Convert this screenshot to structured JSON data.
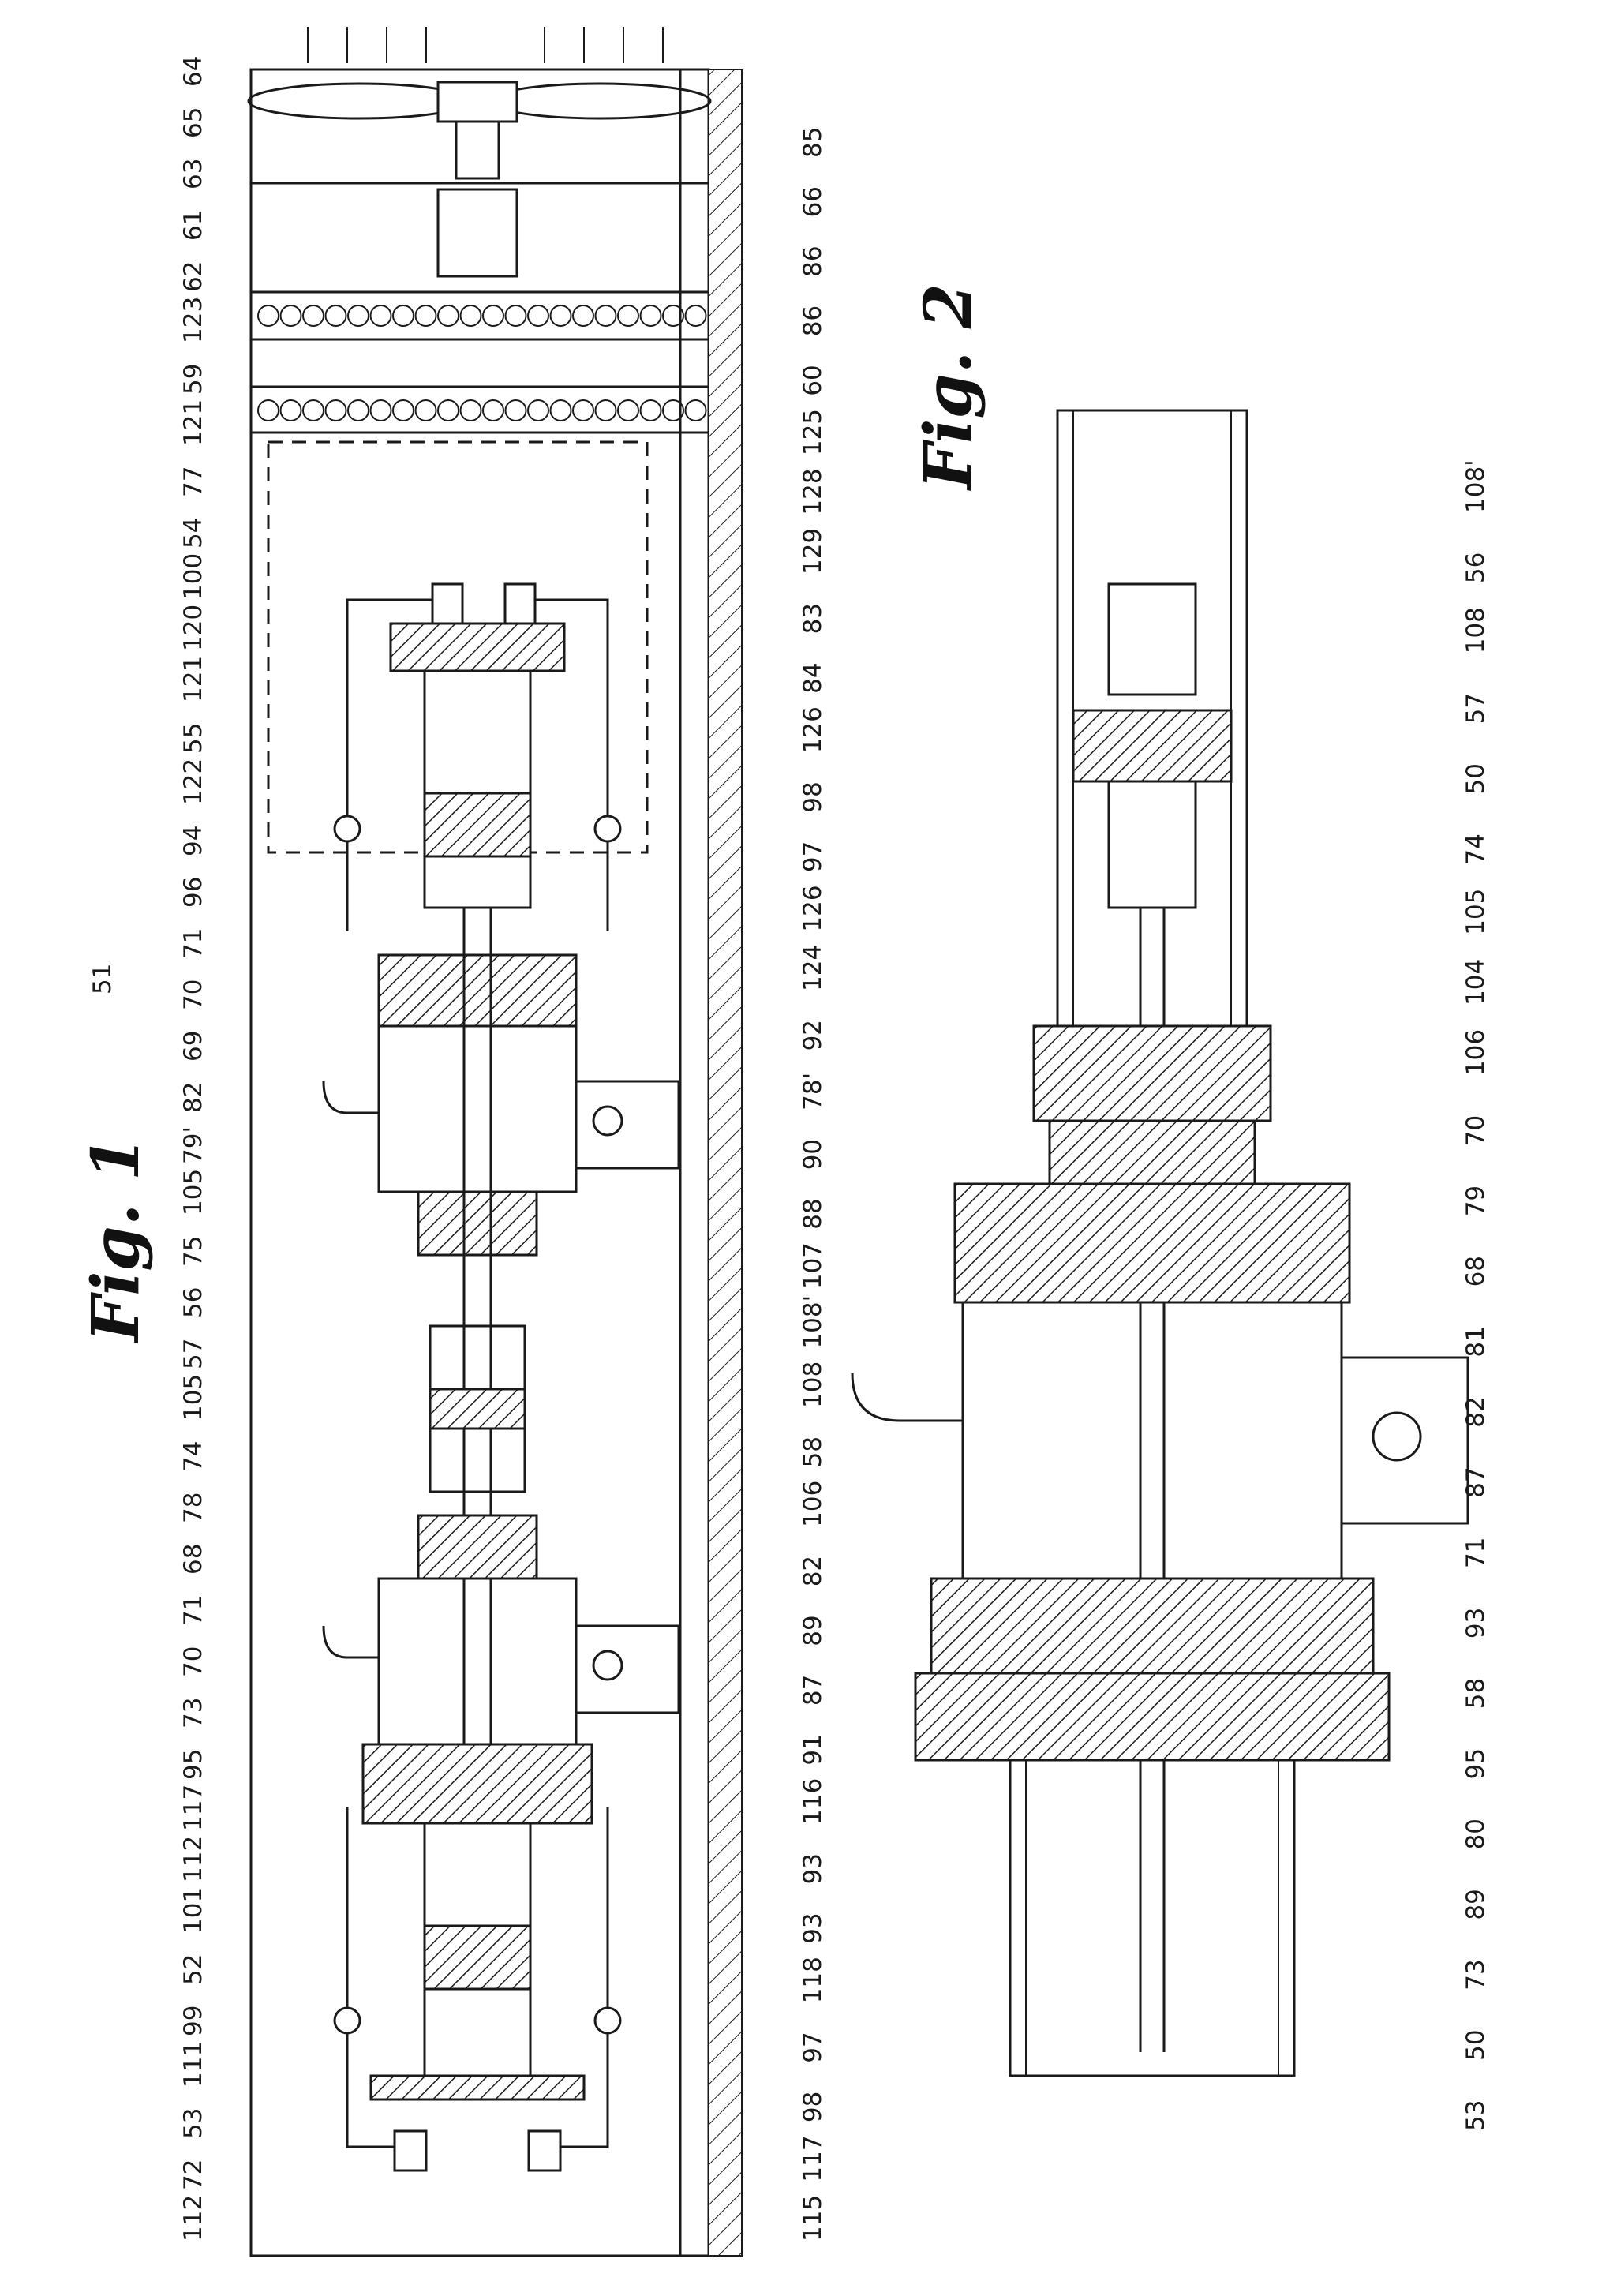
{
  "figures": [
    {
      "id": "fig1",
      "title": "Fig. 1",
      "assembly_ref": "51"
    },
    {
      "id": "fig2",
      "title": "Fig. 2"
    }
  ],
  "fig1_labels": {
    "left": [
      "64",
      "65",
      "63",
      "61",
      "62",
      "123",
      "59",
      "121",
      "77",
      "54",
      "100",
      "120",
      "121",
      "55",
      "122",
      "94",
      "96",
      "71",
      "70",
      "69",
      "82",
      "79'",
      "105",
      "75",
      "56",
      "57",
      "105",
      "74",
      "78",
      "68",
      "71",
      "70",
      "73",
      "95",
      "117",
      "112",
      "101",
      "52",
      "99",
      "111",
      "53",
      "72",
      "112"
    ],
    "right": [
      "85",
      "66",
      "86",
      "86",
      "60",
      "125",
      "128",
      "129",
      "83",
      "84",
      "126",
      "98",
      "97",
      "126",
      "124",
      "92",
      "78'",
      "90",
      "88",
      "107",
      "108'",
      "108",
      "58",
      "106",
      "82",
      "89",
      "87",
      "91",
      "116",
      "93",
      "93",
      "118",
      "97",
      "98",
      "117",
      "115"
    ]
  },
  "fig2_labels": [
    "108'",
    "56",
    "108",
    "57",
    "50",
    "74",
    "105",
    "104",
    "106",
    "70",
    "79",
    "68",
    "81",
    "82",
    "87",
    "71",
    "93",
    "58",
    "95",
    "80",
    "89",
    "73",
    "50",
    "53"
  ]
}
